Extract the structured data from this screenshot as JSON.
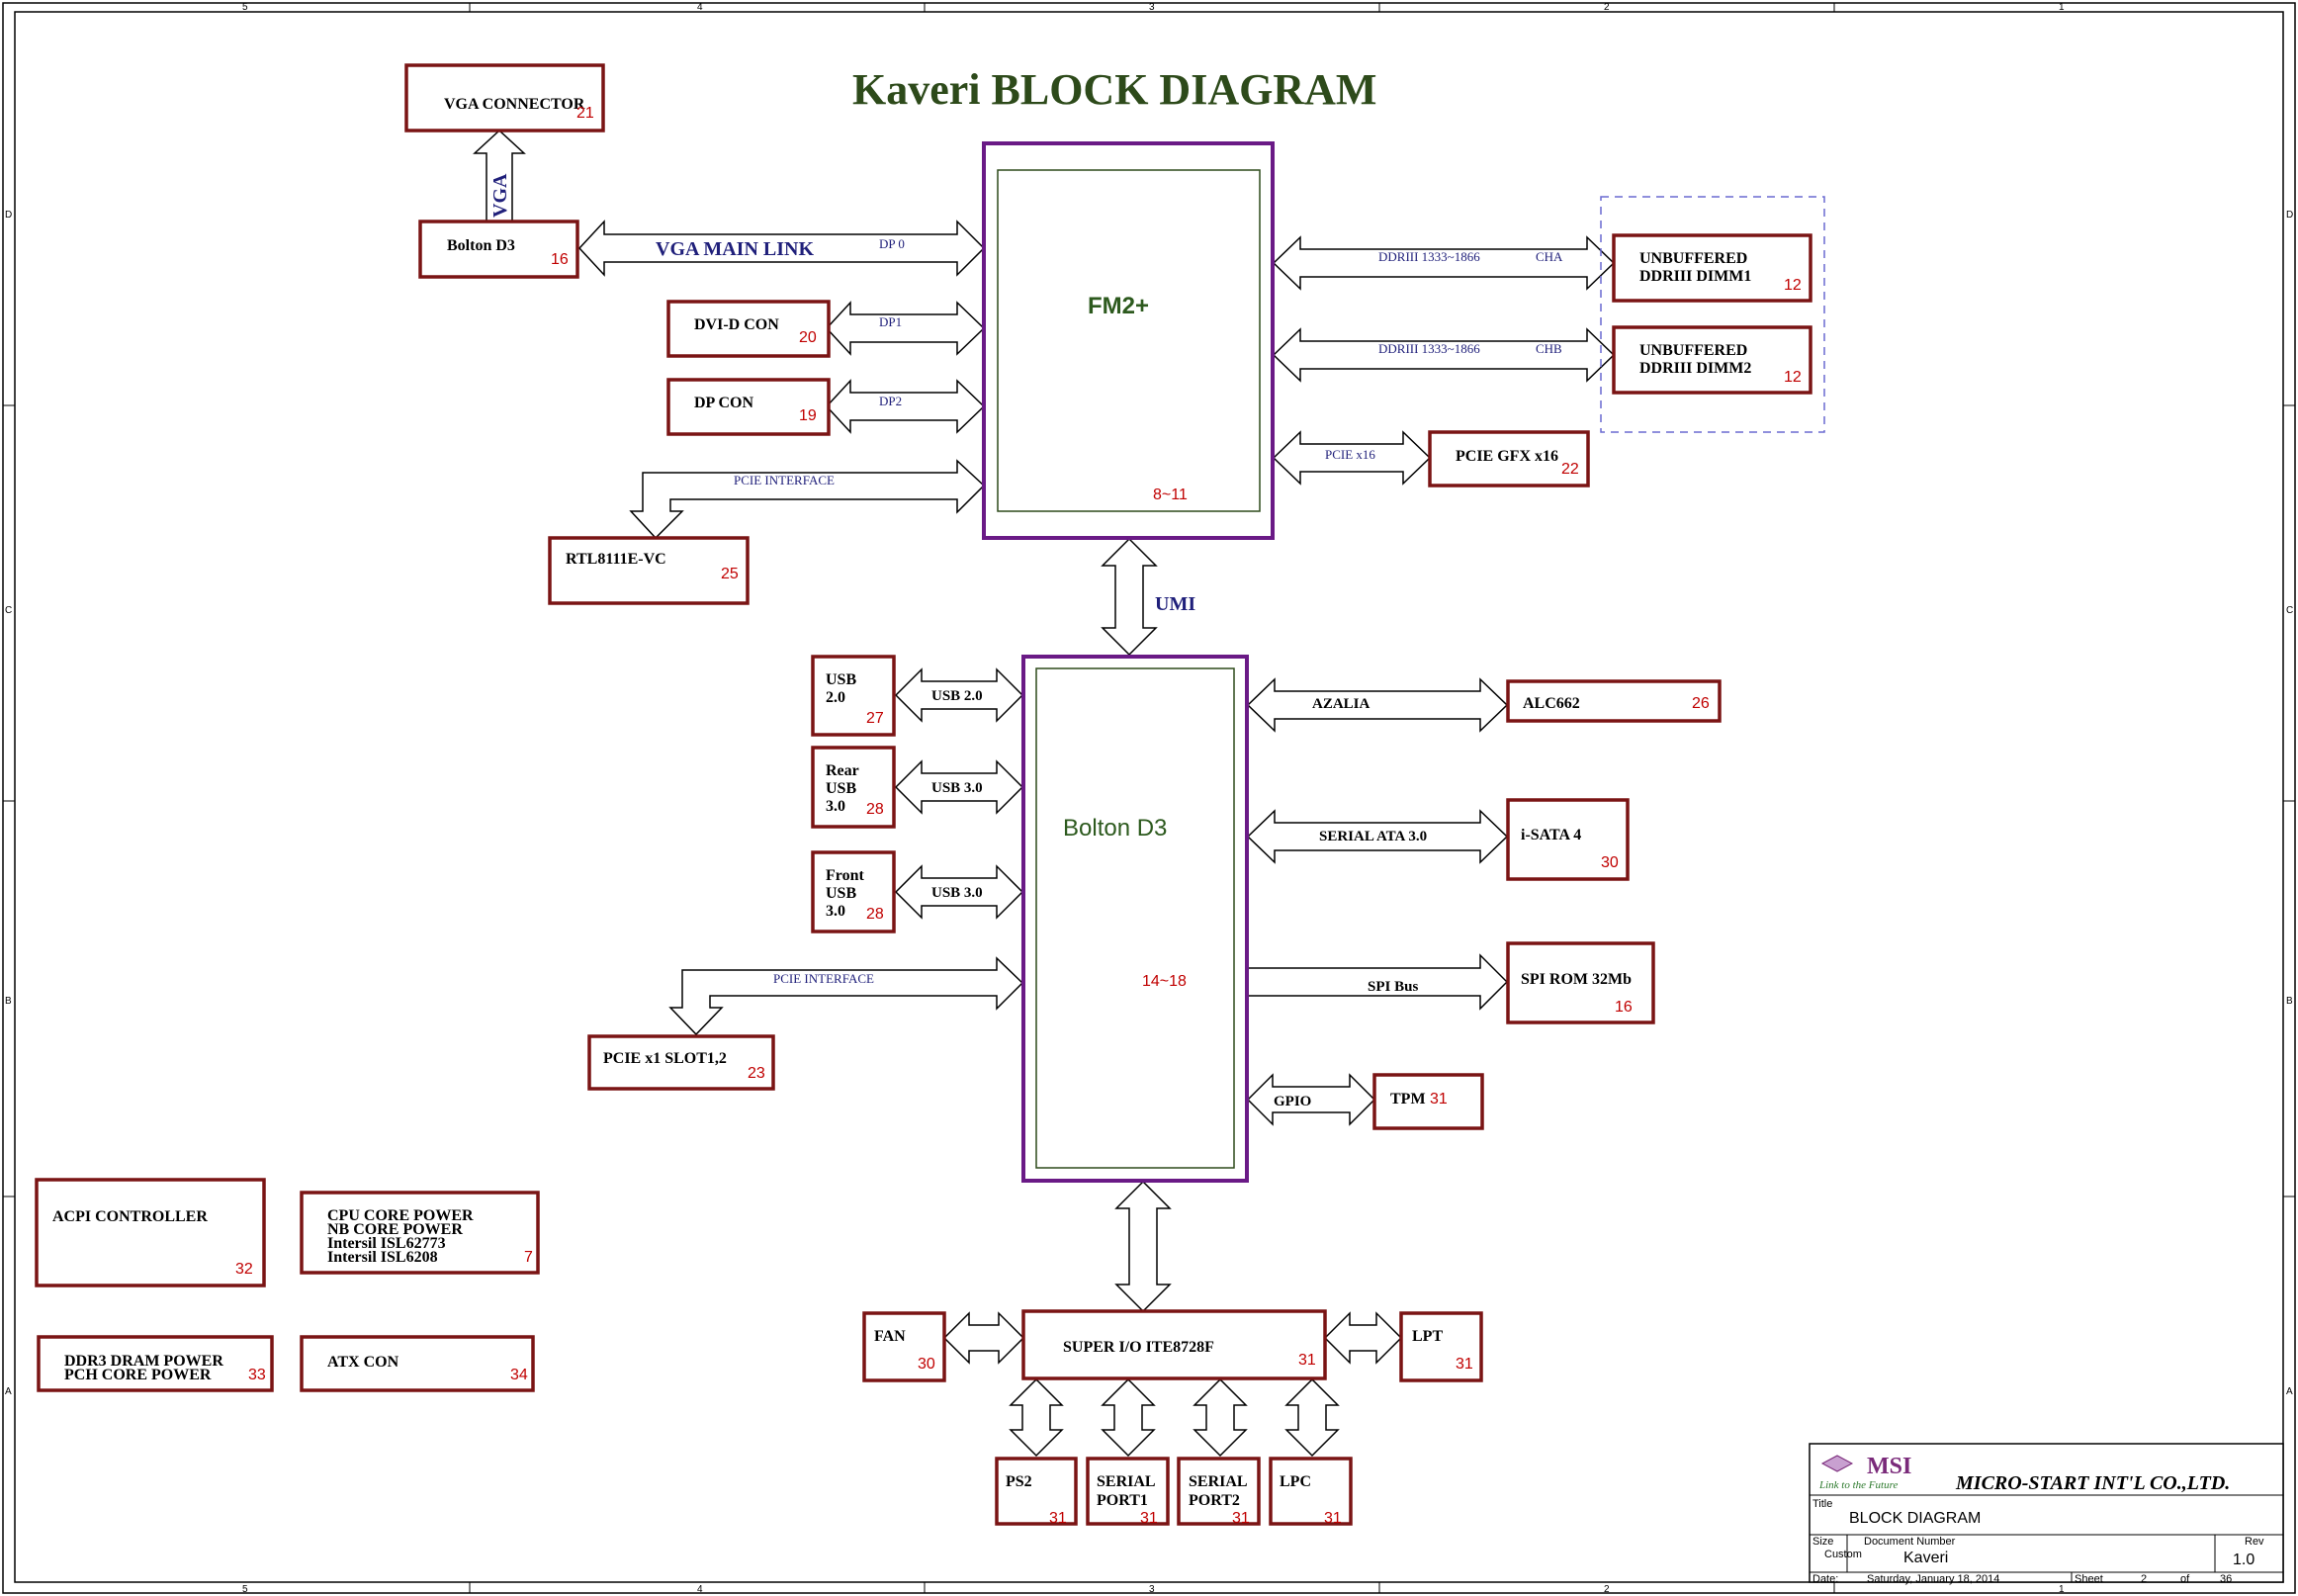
{
  "title": "Kaveri  BLOCK DIAGRAM",
  "border": {
    "cols": [
      "5",
      "4",
      "3",
      "2",
      "1"
    ],
    "rows": [
      "D",
      "C",
      "B",
      "A"
    ]
  },
  "blocks": {
    "vga_connector": {
      "label": "VGA CONNECTOR",
      "page": "21"
    },
    "bolton_small": {
      "label": "Bolton D3",
      "page": "16"
    },
    "dvi_d": {
      "label": "DVI-D CON",
      "page": "20"
    },
    "dp_con": {
      "label": "DP CON",
      "page": "19"
    },
    "rtl": {
      "label": "RTL8111E-VC",
      "page": "25"
    },
    "fm2": {
      "label": "FM2+",
      "page": "8~11"
    },
    "dimm1": {
      "line1": "UNBUFFERED",
      "line2": "DDRIII  DIMM1",
      "page": "12"
    },
    "dimm2": {
      "line1": "UNBUFFERED",
      "line2": "DDRIII DIMM2",
      "page": "12"
    },
    "pcie_gfx": {
      "label": "PCIE GFX x16",
      "page": "22"
    },
    "bolton": {
      "label": "Bolton D3",
      "page": "14~18"
    },
    "usb20": {
      "line1": "USB",
      "line2": "2.0",
      "page": "27"
    },
    "rear_usb": {
      "line1": "Rear",
      "line2": "USB",
      "line3": "3.0",
      "page": "28"
    },
    "front_usb": {
      "line1": "Front",
      "line2": "USB",
      "line3": "3.0",
      "page": "28"
    },
    "pcie_slot": {
      "label": "PCIE x1  SLOT1,2",
      "page": "23"
    },
    "alc": {
      "label": "ALC662",
      "page": "26"
    },
    "isata": {
      "label": "i-SATA 4",
      "page": "30"
    },
    "spirom": {
      "label": "SPI ROM 32Mb",
      "page": "16"
    },
    "tpm": {
      "label": "TPM",
      "page": "31"
    },
    "acpi": {
      "label": "ACPI CONTROLLER",
      "page": "32"
    },
    "cpupower": {
      "line1": "CPU CORE POWER",
      "line2": "NB CORE POWER",
      "line3": "Intersil ISL62773",
      "line4": "Intersil ISL6208",
      "page": "7"
    },
    "ddr3power": {
      "line1": "DDR3 DRAM POWER",
      "line2": "PCH CORE POWER",
      "page": "33"
    },
    "atxcon": {
      "label": "ATX CON",
      "page": "34"
    },
    "fan": {
      "label": "FAN",
      "page": "30"
    },
    "superio": {
      "label": "SUPER I/O ITE8728F",
      "page": "31"
    },
    "lpt": {
      "label": "LPT",
      "page": "31"
    },
    "ps2": {
      "label": "PS2",
      "page": "31"
    },
    "serial1": {
      "line1": "SERIAL",
      "line2": "PORT1",
      "page": "31"
    },
    "serial2": {
      "line1": "SERIAL",
      "line2": "PORT2",
      "page": "31"
    },
    "lpc": {
      "label": "LPC",
      "page": "31"
    }
  },
  "links": {
    "vga": "VGA",
    "vga_main_link": "VGA MAIN LINK",
    "dp0": "DP 0",
    "dp1": "DP1",
    "dp2": "DP2",
    "pcie_interface_top": "PCIE INTERFACE",
    "cha_speed": "DDRIII 1333~1866",
    "cha": "CHA",
    "chb_speed": "DDRIII 1333~1866",
    "chb": "CHB",
    "pcie_x16": "PCIE x16",
    "umi": "UMI",
    "usb20_link": "USB 2.0",
    "rear_usb30_link": "USB 3.0",
    "front_usb30_link": "USB 3.0",
    "pcie_interface_bottom": "PCIE INTERFACE",
    "azalia": "AZALIA",
    "sata": "SERIAL ATA 3.0",
    "spi": "SPI Bus",
    "gpio": "GPIO"
  },
  "title_block": {
    "logo": "MSI",
    "tagline": "Link to the Future",
    "company": "MICRO-START INT'L CO.,LTD.",
    "title_label": "Title",
    "title": "BLOCK DIAGRAM",
    "size_label": "Size",
    "size": "Custom",
    "docnum_label": "Document Number",
    "docnum": "Kaveri",
    "rev_label": "Rev",
    "rev": "1.0",
    "date_label": "Date:",
    "date": "Saturday, January 18, 2014",
    "sheet_label": "Sheet",
    "sheet": "2",
    "of_label": "of",
    "total": "36"
  },
  "colors": {
    "box": "#7a1414",
    "chip": "#6a1a86",
    "chip_inner": "#2d4a1a",
    "bus_label": "#1f1f7a",
    "page_ref": "#c00000",
    "title": "#2d4a1a"
  }
}
